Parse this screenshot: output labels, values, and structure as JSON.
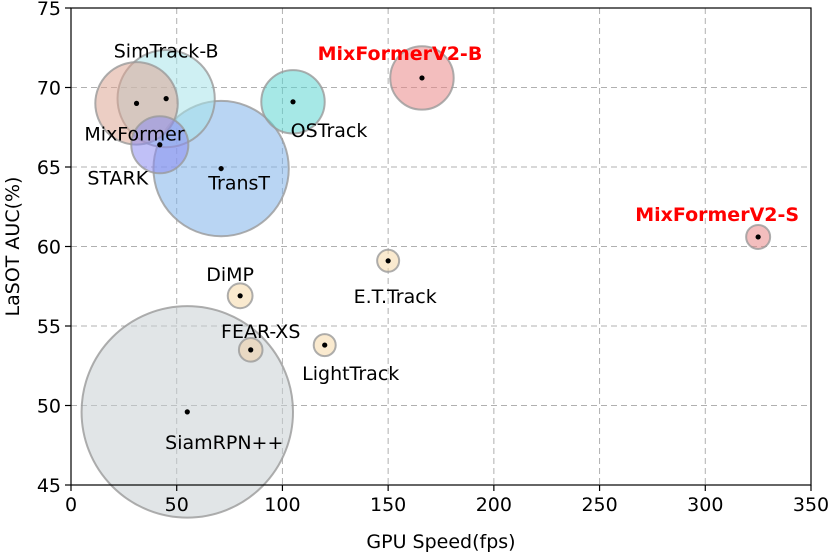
{
  "chart_data": {
    "type": "scatter",
    "xlabel": "GPU Speed(fps)",
    "ylabel": "LaSOT AUC(%)",
    "xlim": [
      0,
      350
    ],
    "ylim": [
      45,
      75
    ],
    "xticks": [
      0,
      50,
      100,
      150,
      200,
      250,
      300,
      350
    ],
    "yticks": [
      45,
      50,
      55,
      60,
      65,
      70,
      75
    ],
    "grid": true,
    "points": [
      {
        "name": "SiamRPN++",
        "x": 55,
        "y": 49.6,
        "size": 50,
        "color": "#c8d0d4",
        "highlight": false
      },
      {
        "name": "TransT",
        "x": 71,
        "y": 64.9,
        "size": 32,
        "color": "#7fb3ea",
        "highlight": false
      },
      {
        "name": "SimTrack-B",
        "x": 45,
        "y": 69.3,
        "size": 23,
        "color": "#a8e4ea",
        "highlight": false
      },
      {
        "name": "MixFormer",
        "x": 31,
        "y": 69.0,
        "size": 19.5,
        "color": "#dca694",
        "highlight": false
      },
      {
        "name": "STARK",
        "x": 42,
        "y": 66.4,
        "size": 13.5,
        "color": "#8c8cf0",
        "highlight": false
      },
      {
        "name": "OSTrack",
        "x": 105,
        "y": 69.1,
        "size": 15,
        "color": "#5cd5d2",
        "highlight": false
      },
      {
        "name": "MixFormerV2-B",
        "x": 166,
        "y": 70.6,
        "size": 15,
        "color": "#e98888",
        "highlight": true
      },
      {
        "name": "MixFormerV2-S",
        "x": 325,
        "y": 60.6,
        "size": 2.3,
        "color": "#e98888",
        "highlight": true
      },
      {
        "name": "E.T.Track",
        "x": 150,
        "y": 59.1,
        "size": 1.5,
        "color": "#f5d9a8",
        "highlight": false
      },
      {
        "name": "DiMP",
        "x": 80,
        "y": 56.9,
        "size": 2.2,
        "color": "#f5d9a8",
        "highlight": false
      },
      {
        "name": "FEAR-XS",
        "x": 85,
        "y": 53.5,
        "size": 1.9,
        "color": "#f0cfa6",
        "highlight": false
      },
      {
        "name": "LightTrack",
        "x": 120,
        "y": 53.8,
        "size": 1.5,
        "color": "#f5d9a8",
        "highlight": false
      }
    ]
  }
}
